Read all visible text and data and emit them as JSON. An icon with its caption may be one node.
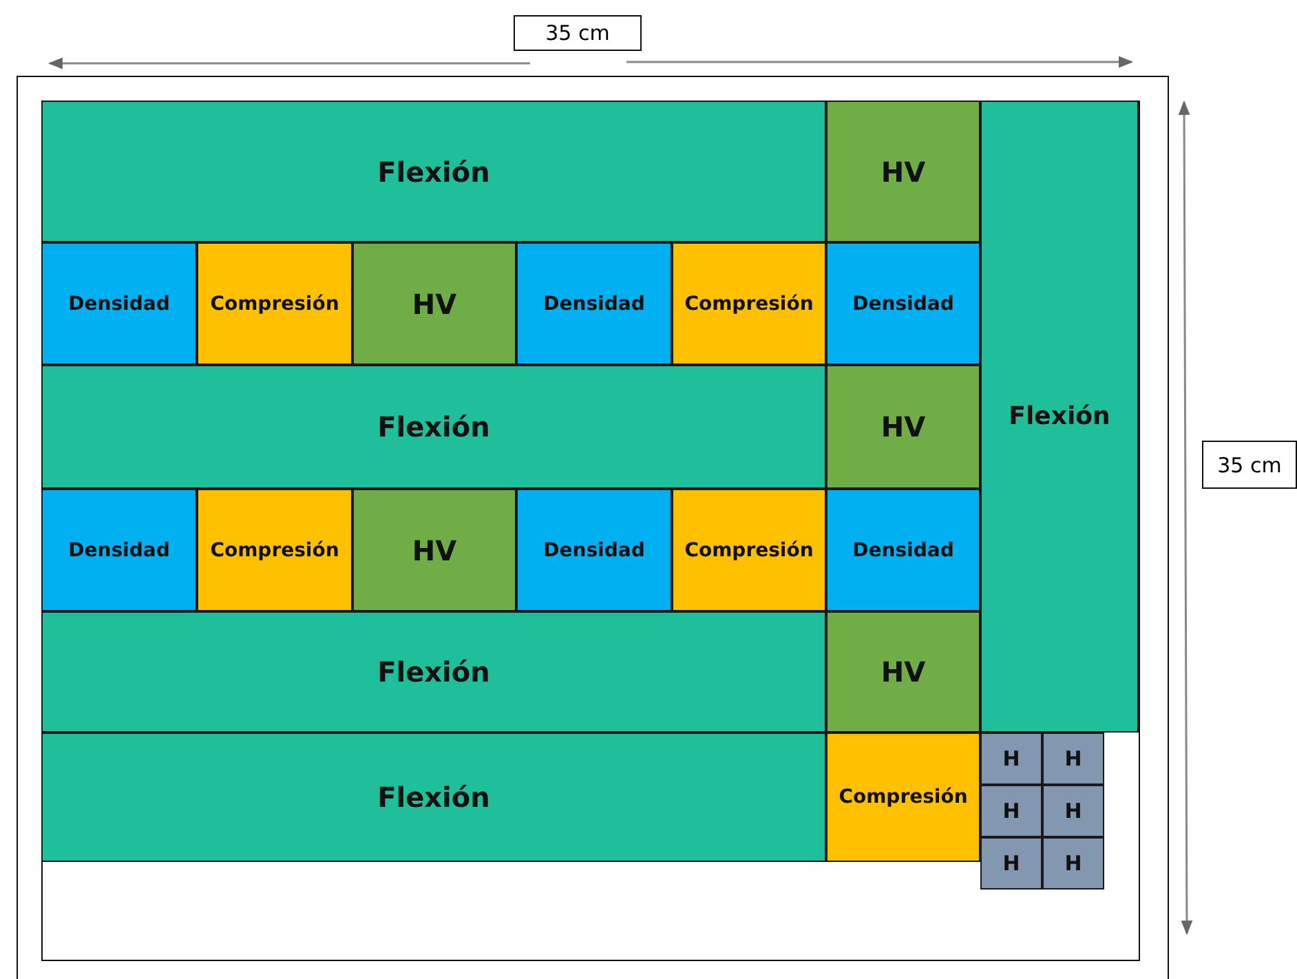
{
  "diagram": {
    "nodes": [
      {
        "text": [
          "Flexión"
        ]
      },
      {
        "text": [
          "HV"
        ]
      },
      {
        "text": [
          "Flexión"
        ]
      },
      {
        "text": [
          "Densidad"
        ]
      },
      {
        "text": [
          "Compresión"
        ]
      },
      {
        "text": [
          "HV"
        ]
      },
      {
        "text": [
          "Densidad"
        ]
      },
      {
        "text": [
          "Compresión"
        ]
      },
      {
        "text": [
          "Densidad"
        ]
      },
      {
        "text": [
          "Flexión"
        ]
      },
      {
        "text": [
          "HV"
        ]
      },
      {
        "text": [
          "Densidad"
        ]
      },
      {
        "text": [
          "Compresión"
        ]
      },
      {
        "text": [
          "HV"
        ]
      },
      {
        "text": [
          "Densidad"
        ]
      },
      {
        "text": [
          "Compresión"
        ]
      },
      {
        "text": [
          "Densidad"
        ]
      },
      {
        "text": [
          "Flexión"
        ]
      },
      {
        "text": [
          "HV"
        ]
      },
      {
        "text": [
          "Flexión"
        ]
      },
      {
        "text": [
          "Compresión"
        ]
      },
      {
        "text": [
          "H"
        ]
      },
      {
        "text": [
          "H"
        ]
      },
      {
        "text": [
          "H"
        ]
      },
      {
        "text": [
          "H"
        ]
      },
      {
        "text": [
          "H"
        ]
      },
      {
        "text": [
          "H"
        ]
      }
    ],
    "labels": [
      "35 cm",
      "35 cm"
    ]
  }
}
